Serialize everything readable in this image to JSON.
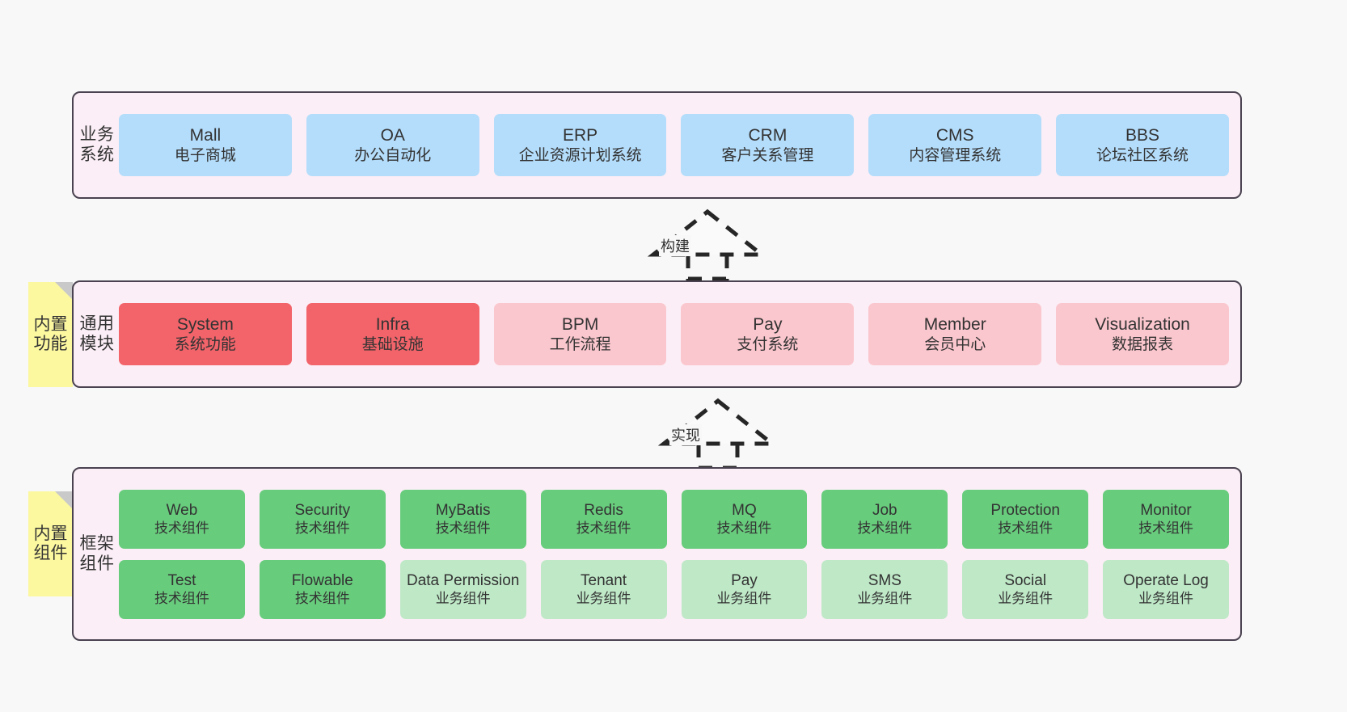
{
  "layers": [
    {
      "id": "business",
      "title": "业务\n系统",
      "items": [
        {
          "name": "Mall",
          "desc": "电子商城",
          "color": "blue"
        },
        {
          "name": "OA",
          "desc": "办公自动化",
          "color": "blue"
        },
        {
          "name": "ERP",
          "desc": "企业资源计划系统",
          "color": "blue"
        },
        {
          "name": "CRM",
          "desc": "客户关系管理",
          "color": "blue"
        },
        {
          "name": "CMS",
          "desc": "内容管理系统",
          "color": "blue"
        },
        {
          "name": "BBS",
          "desc": "论坛社区系统",
          "color": "blue"
        }
      ]
    },
    {
      "id": "common",
      "title": "通用\n模块",
      "items": [
        {
          "name": "System",
          "desc": "系统功能",
          "color": "red-strong"
        },
        {
          "name": "Infra",
          "desc": "基础设施",
          "color": "red-strong"
        },
        {
          "name": "BPM",
          "desc": "工作流程",
          "color": "red-soft"
        },
        {
          "name": "Pay",
          "desc": "支付系统",
          "color": "red-soft"
        },
        {
          "name": "Member",
          "desc": "会员中心",
          "color": "red-soft"
        },
        {
          "name": "Visualization",
          "desc": "数据报表",
          "color": "red-soft"
        }
      ]
    },
    {
      "id": "framework",
      "title": "框架\n组件",
      "rows": [
        [
          {
            "name": "Web",
            "desc": "技术组件",
            "color": "green-strong"
          },
          {
            "name": "Security",
            "desc": "技术组件",
            "color": "green-strong"
          },
          {
            "name": "MyBatis",
            "desc": "技术组件",
            "color": "green-strong"
          },
          {
            "name": "Redis",
            "desc": "技术组件",
            "color": "green-strong"
          },
          {
            "name": "MQ",
            "desc": "技术组件",
            "color": "green-strong"
          },
          {
            "name": "Job",
            "desc": "技术组件",
            "color": "green-strong"
          },
          {
            "name": "Protection",
            "desc": "技术组件",
            "color": "green-strong"
          },
          {
            "name": "Monitor",
            "desc": "技术组件",
            "color": "green-strong"
          }
        ],
        [
          {
            "name": "Test",
            "desc": "技术组件",
            "color": "green-strong"
          },
          {
            "name": "Flowable",
            "desc": "技术组件",
            "color": "green-strong"
          },
          {
            "name": "Data Permission",
            "desc": "业务组件",
            "color": "green-soft"
          },
          {
            "name": "Tenant",
            "desc": "业务组件",
            "color": "green-soft"
          },
          {
            "name": "Pay",
            "desc": "业务组件",
            "color": "green-soft"
          },
          {
            "name": "SMS",
            "desc": "业务组件",
            "color": "green-soft"
          },
          {
            "name": "Social",
            "desc": "业务组件",
            "color": "green-soft"
          },
          {
            "name": "Operate Log",
            "desc": "业务组件",
            "color": "green-soft"
          }
        ]
      ]
    }
  ],
  "notes": [
    {
      "id": "note-common",
      "text": "内置\n功能"
    },
    {
      "id": "note-framework",
      "text": "内置\n组件"
    }
  ],
  "connectors": [
    {
      "id": "conn-build",
      "label": "构建"
    },
    {
      "id": "conn-impl",
      "label": "实现"
    }
  ],
  "colors": {
    "background": "#f8f8f8",
    "layer_fill": "#fbeef6",
    "layer_border": "#4a4250",
    "note_fill": "#fcf8a0",
    "note_fold": "#c9c9c9",
    "blue": "#b4ddfb",
    "red_strong": "#f2646a",
    "red_soft": "#fbc7ce",
    "green_strong": "#68cc7d",
    "green_soft": "#bfe8c7",
    "text": "#333333",
    "connector_stroke": "#262626"
  }
}
